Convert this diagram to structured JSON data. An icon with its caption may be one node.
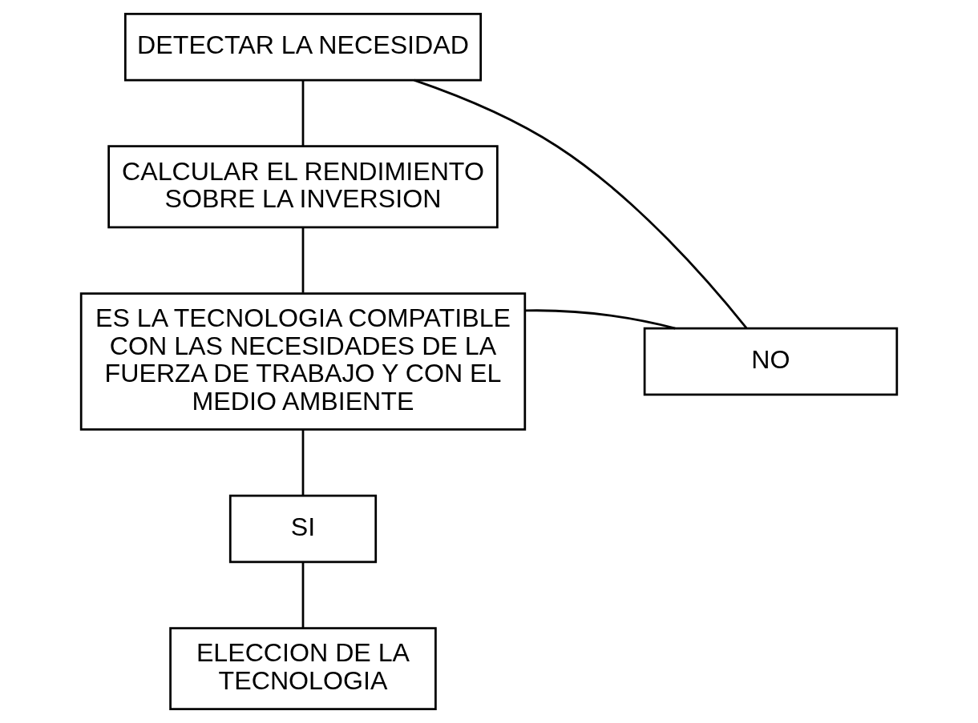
{
  "diagram": {
    "nodes": [
      {
        "text": [
          "DETECTAR LA NECESIDAD"
        ]
      },
      {
        "text": [
          "CALCULAR EL RENDIMIENTO SOBRE LA INVERSION"
        ]
      },
      {
        "text": [
          "ES LA TECNOLOGIA COMPATIBLE CON LAS NECESIDADES DE LA FUERZA DE TRABAJO Y CON EL MEDIO AMBIENTE"
        ]
      },
      {
        "text": [
          "NO"
        ]
      },
      {
        "text": [
          "SI"
        ]
      },
      {
        "text": [
          "ELECCION DE LA TECNOLOGIA"
        ]
      }
    ],
    "edges": [
      {
        "from": 0,
        "to": 1,
        "arrow": "none"
      },
      {
        "from": 1,
        "to": 2,
        "arrow": "none"
      },
      {
        "from": 2,
        "to": 3,
        "arrow": "none"
      },
      {
        "from": 3,
        "to": 0,
        "arrow": "none"
      },
      {
        "from": 2,
        "to": 4,
        "arrow": "none"
      },
      {
        "from": 4,
        "to": 5,
        "arrow": "none"
      }
    ]
  }
}
